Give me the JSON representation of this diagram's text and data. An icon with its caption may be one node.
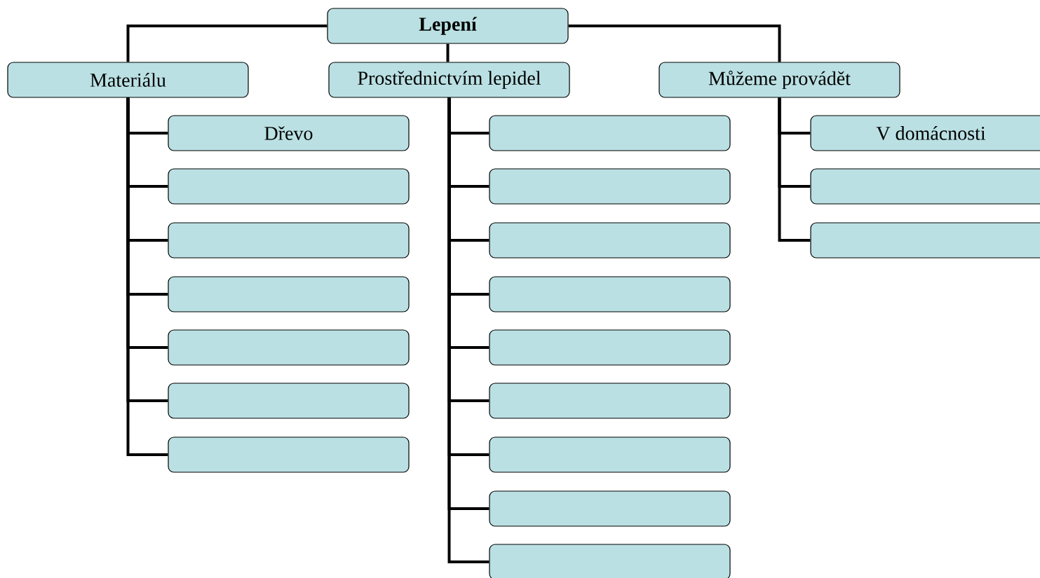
{
  "diagram": {
    "nodes": [
      {
        "text": [
          "Lepení"
        ]
      },
      {
        "text": [
          "Materiálu"
        ]
      },
      {
        "text": [
          "Prostřednictvím lepidel"
        ]
      },
      {
        "text": [
          "Můžeme provádět"
        ]
      },
      {
        "text": [
          "Dřevo"
        ]
      },
      {
        "text": [],
        "shape": "box"
      },
      {
        "text": [],
        "shape": "box"
      },
      {
        "text": [],
        "shape": "box"
      },
      {
        "text": [],
        "shape": "box"
      },
      {
        "text": [],
        "shape": "box"
      },
      {
        "text": [],
        "shape": "box"
      },
      {
        "text": [],
        "shape": "box"
      },
      {
        "text": [],
        "shape": "box"
      },
      {
        "text": [],
        "shape": "box"
      },
      {
        "text": [],
        "shape": "box"
      },
      {
        "text": [],
        "shape": "box"
      },
      {
        "text": [],
        "shape": "box"
      },
      {
        "text": [],
        "shape": "box"
      },
      {
        "text": [],
        "shape": "box"
      },
      {
        "text": [],
        "shape": "box"
      },
      {
        "text": [
          "V domácnosti"
        ]
      },
      {
        "text": [],
        "shape": "box"
      },
      {
        "text": [],
        "shape": "box"
      }
    ],
    "edges": [
      {
        "from": 0,
        "to": 1,
        "arrow": "none"
      },
      {
        "from": 0,
        "to": 2,
        "arrow": "none"
      },
      {
        "from": 0,
        "to": 3,
        "arrow": "none"
      },
      {
        "from": 1,
        "to": 4,
        "arrow": "none"
      },
      {
        "from": 1,
        "to": 5,
        "arrow": "none"
      },
      {
        "from": 1,
        "to": 6,
        "arrow": "none"
      },
      {
        "from": 1,
        "to": 7,
        "arrow": "none"
      },
      {
        "from": 1,
        "to": 8,
        "arrow": "none"
      },
      {
        "from": 1,
        "to": 9,
        "arrow": "none"
      },
      {
        "from": 1,
        "to": 10,
        "arrow": "none"
      },
      {
        "from": 2,
        "to": 11,
        "arrow": "none"
      },
      {
        "from": 2,
        "to": 12,
        "arrow": "none"
      },
      {
        "from": 2,
        "to": 13,
        "arrow": "none"
      },
      {
        "from": 2,
        "to": 14,
        "arrow": "none"
      },
      {
        "from": 2,
        "to": 15,
        "arrow": "none"
      },
      {
        "from": 2,
        "to": 16,
        "arrow": "none"
      },
      {
        "from": 2,
        "to": 17,
        "arrow": "none"
      },
      {
        "from": 2,
        "to": 18,
        "arrow": "none"
      },
      {
        "from": 2,
        "to": 19,
        "arrow": "none"
      },
      {
        "from": 3,
        "to": 20,
        "arrow": "none"
      },
      {
        "from": 3,
        "to": 21,
        "arrow": "none"
      },
      {
        "from": 3,
        "to": 22,
        "arrow": "none"
      }
    ]
  }
}
